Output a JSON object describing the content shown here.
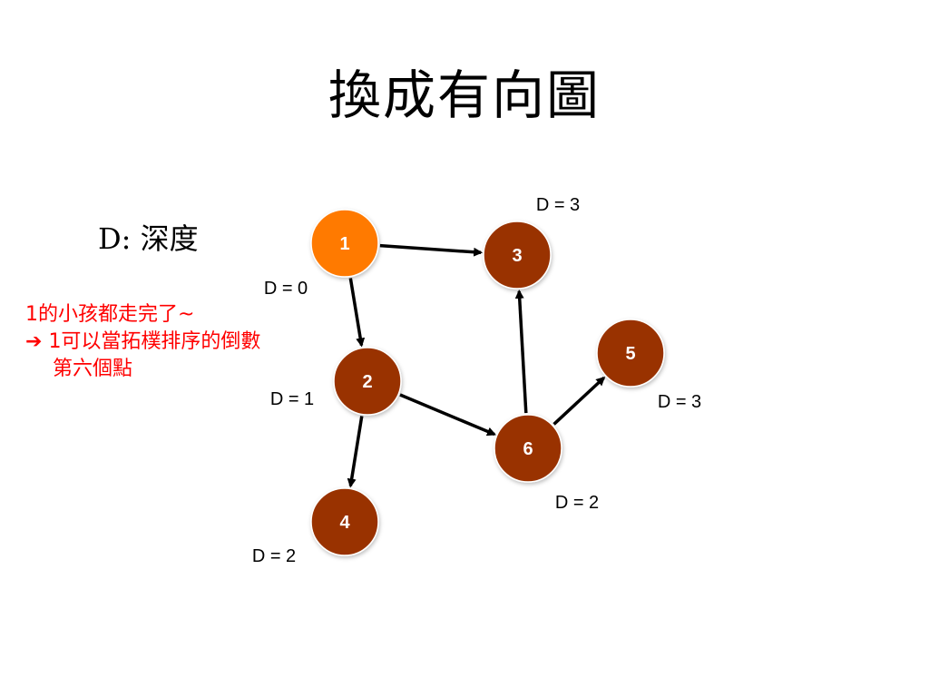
{
  "slide": {
    "title": "換成有向圖",
    "legend": "D: 深度",
    "note": {
      "line1": "1的小孩都走完了~",
      "arrow": "➔",
      "line2": "1可以當拓樸排序的倒數",
      "line3": "第六個點"
    }
  },
  "colors": {
    "active_node": "#ff7a00",
    "node": "#993300",
    "edge": "#000000",
    "note_text": "#ff0000"
  },
  "graph": {
    "nodes": [
      {
        "id": "1",
        "label": "1",
        "state": "active",
        "depth_label": "D = 0"
      },
      {
        "id": "2",
        "label": "2",
        "state": "normal",
        "depth_label": "D = 1"
      },
      {
        "id": "3",
        "label": "3",
        "state": "normal",
        "depth_label": "D = 3"
      },
      {
        "id": "4",
        "label": "4",
        "state": "normal",
        "depth_label": "D = 2"
      },
      {
        "id": "5",
        "label": "5",
        "state": "normal",
        "depth_label": "D = 3"
      },
      {
        "id": "6",
        "label": "6",
        "state": "normal",
        "depth_label": "D = 2"
      }
    ],
    "edges": [
      {
        "from": "1",
        "to": "3"
      },
      {
        "from": "1",
        "to": "2"
      },
      {
        "from": "2",
        "to": "6"
      },
      {
        "from": "2",
        "to": "4"
      },
      {
        "from": "6",
        "to": "3"
      },
      {
        "from": "6",
        "to": "5"
      }
    ]
  }
}
